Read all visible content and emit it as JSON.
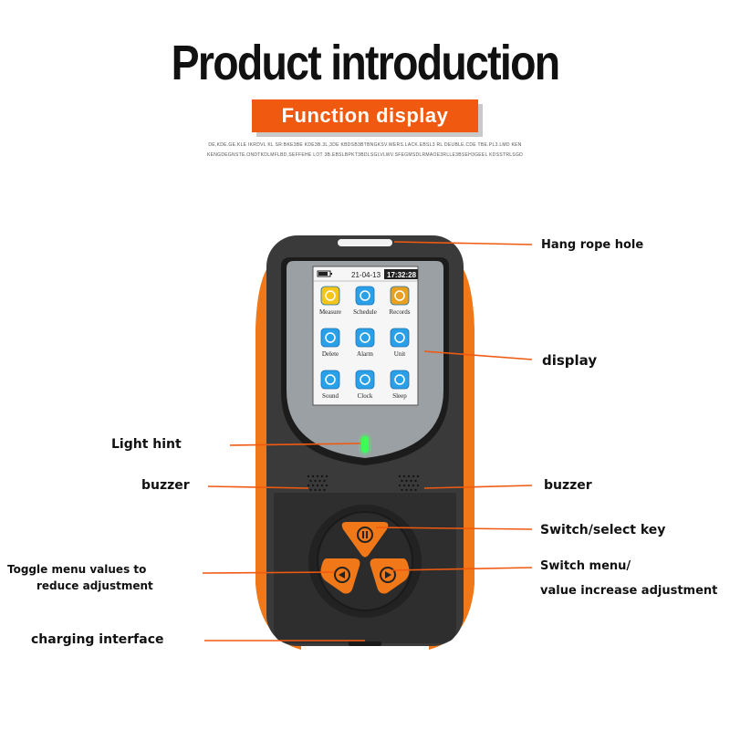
{
  "header": {
    "title": "Product introduction",
    "badge": "Function display",
    "fine_print_1": "DE,KDE.GE.KLE IKRDVL KL SR:BKE3BE KDE3B.3L,3DE KBDSB3BTBNGKSV.WERS.LACK.EBSL3 RL DEUBLE.CDE TBE.PL3.LMD KEN",
    "fine_print_2": "KENGDEGNSTE.ONDTKDLMFLBD,SEFFEHE LOT 3B.EBSLBPKT3BDLSGLVLWV.SFEGMSDLRMAOE3RLLE3BSEH3GEEL KDSSTRLSGD"
  },
  "screen": {
    "date": "21-04-13",
    "time": "17:32:28",
    "icons": [
      {
        "label": "Measure",
        "icon": "radiation-icon"
      },
      {
        "label": "Schedule",
        "icon": "clock-icon"
      },
      {
        "label": "Records",
        "icon": "records-icon"
      },
      {
        "label": "Delete",
        "icon": "delete-icon"
      },
      {
        "label": "Alarm",
        "icon": "alarm-icon"
      },
      {
        "label": "Unit",
        "icon": "unit-icon"
      },
      {
        "label": "Sound",
        "icon": "sound-icon"
      },
      {
        "label": "Clock",
        "icon": "alarm-clock-icon"
      },
      {
        "label": "Sleep",
        "icon": "moon-icon"
      }
    ]
  },
  "callouts": {
    "hang_rope_hole": "Hang rope hole",
    "display": "display",
    "light_hint": "Light hint",
    "buzzer_left": "buzzer",
    "buzzer_right": "buzzer",
    "switch_select": "Switch/select key",
    "toggle_line1": "Toggle menu values to",
    "toggle_line2": "reduce adjustment",
    "switch_menu_line1": "Switch menu/",
    "switch_menu_line2": "value increase adjustment",
    "charging": "charging interface"
  },
  "colors": {
    "accent": "#f05a10",
    "device_body": "#3a3a3a",
    "device_orange": "#f07818",
    "indicator_green": "#3cff5a",
    "icon_blue": "#2aa0e8"
  }
}
